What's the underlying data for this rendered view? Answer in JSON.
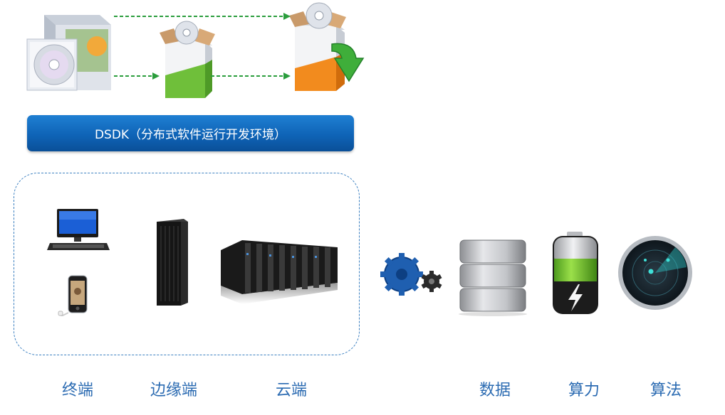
{
  "banner": {
    "text": "DSDK（分布式软件运行开发环境）"
  },
  "labels": {
    "terminal": "终端",
    "edge": "边缘端",
    "cloud": "云端",
    "data": "数据",
    "compute": "算力",
    "algorithm": "算法"
  },
  "colors": {
    "banner_blue": "#0f64b7",
    "label_blue": "#2b6bb2",
    "arrow_green": "#2a9d3c",
    "group_border": "#3a7fc0"
  },
  "icons": [
    "software-box-icon",
    "green-software-box-icon",
    "orange-install-box-icon",
    "desktop-computer-icon",
    "smartphone-icon",
    "server-rack-icon",
    "data-center-icon",
    "gears-icon",
    "database-icon",
    "battery-icon",
    "radar-icon"
  ]
}
